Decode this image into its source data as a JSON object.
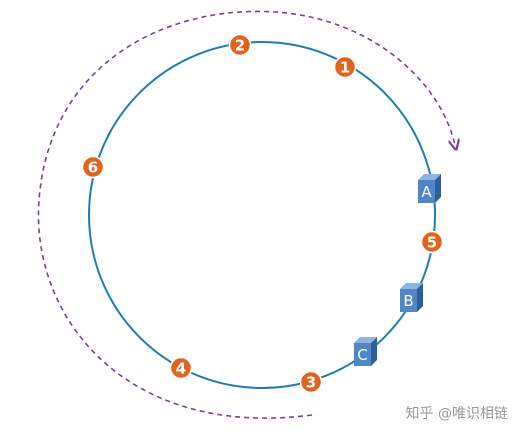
{
  "diagram": {
    "ring_color": "#1f7db4",
    "arrow_color": "#7b3fa0",
    "node_color": "#e2641c",
    "server_front_color": "#4f86c6",
    "server_side_color": "#2f5f97",
    "server_top_color": "#8fb4e0",
    "nodes": [
      {
        "label": "1"
      },
      {
        "label": "2"
      },
      {
        "label": "6"
      },
      {
        "label": "4"
      },
      {
        "label": "3"
      },
      {
        "label": "5"
      }
    ],
    "servers": [
      {
        "label": "A"
      },
      {
        "label": "B"
      },
      {
        "label": "C"
      }
    ]
  },
  "watermark": "知乎 @唯识相链"
}
